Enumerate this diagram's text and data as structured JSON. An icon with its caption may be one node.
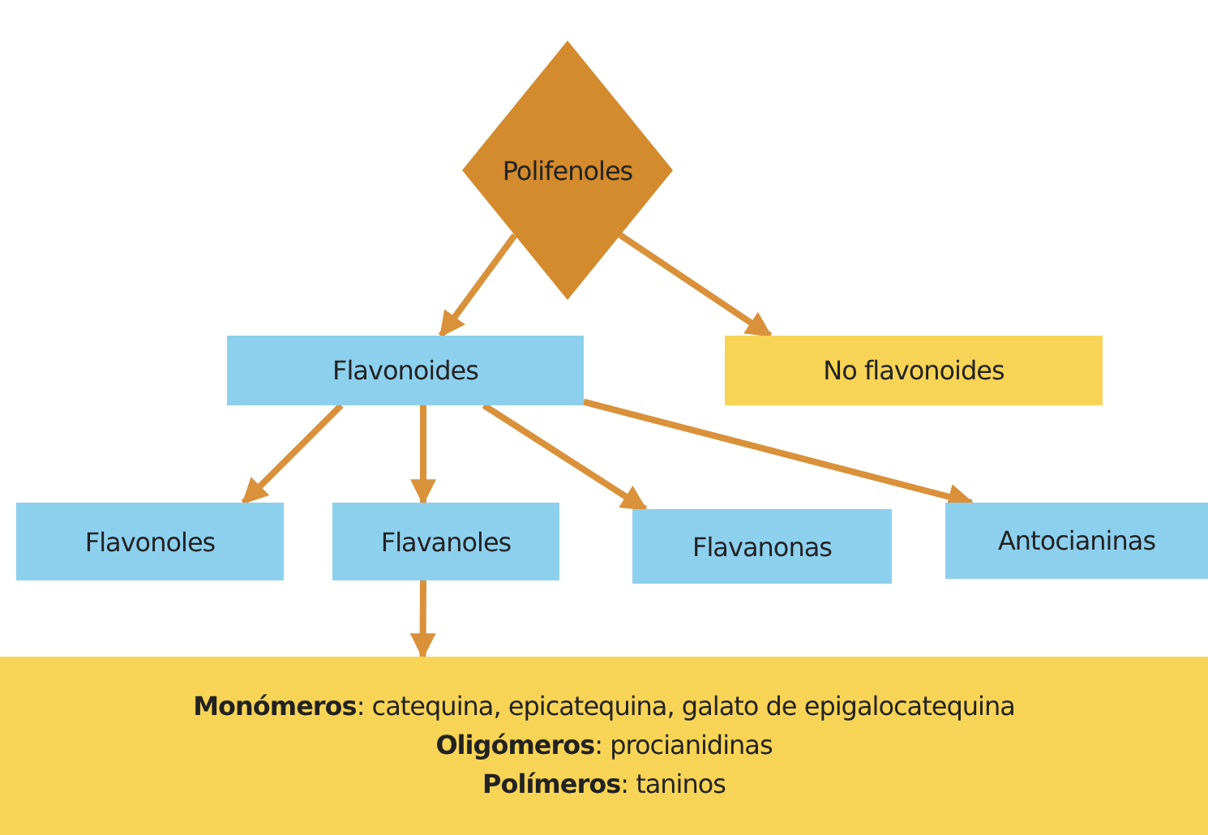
{
  "diagram": {
    "nodes": [
      {
        "text": [
          "Polifenoles"
        ]
      },
      {
        "text": [
          "Flavonoides"
        ]
      },
      {
        "text": [
          "No flavonoides"
        ]
      },
      {
        "text": [
          "Flavonoles"
        ]
      },
      {
        "text": [
          "Flavanoles"
        ]
      },
      {
        "text": [
          "Flavanonas"
        ]
      },
      {
        "text": [
          "Antocianinas"
        ]
      },
      {
        "text": [
          "**Monómeros**: catequina, epicatequina, galato de epigalocatequina",
          "**Oligómeros**: procianidinas",
          "**Polímeros**: taninos"
        ]
      }
    ],
    "edges": [
      {
        "from": 0,
        "to": 1,
        "arrow": "to"
      },
      {
        "from": 0,
        "to": 2,
        "arrow": "to"
      },
      {
        "from": 1,
        "to": 3,
        "arrow": "to"
      },
      {
        "from": 1,
        "to": 4,
        "arrow": "to"
      },
      {
        "from": 1,
        "to": 5,
        "arrow": "to"
      },
      {
        "from": 1,
        "to": 6,
        "arrow": "to"
      },
      {
        "from": 4,
        "to": 7,
        "arrow": "to"
      }
    ]
  }
}
